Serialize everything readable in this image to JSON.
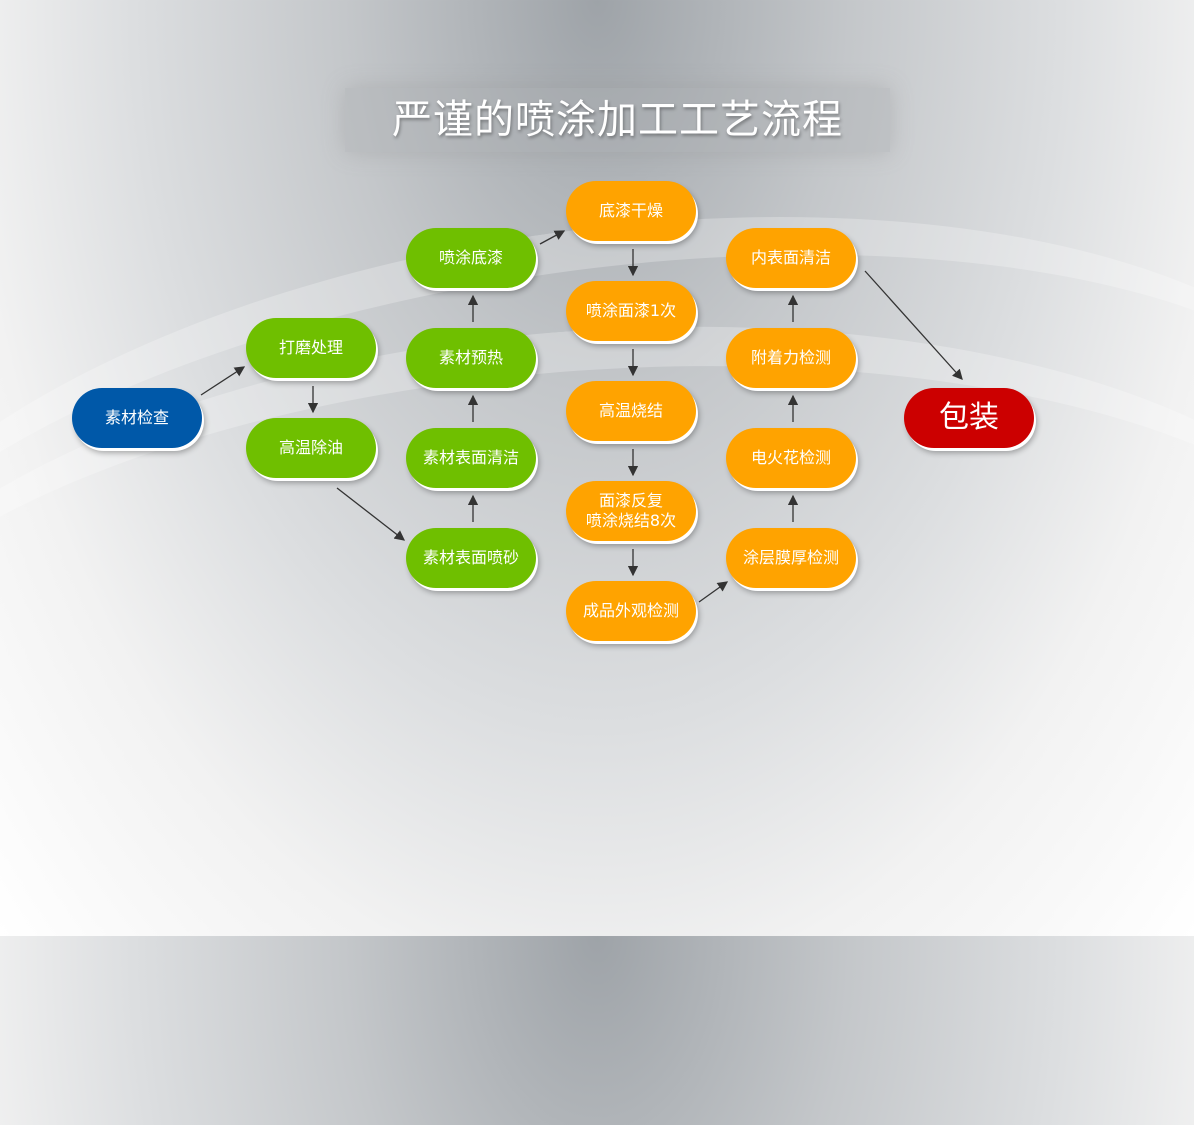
{
  "title": "严谨的喷涂加工工艺流程",
  "colors": {
    "green": "#6fbf00",
    "orange": "#ffa300",
    "blue": "#0058a8",
    "red": "#cc0000"
  },
  "nodes": [
    {
      "id": "n1",
      "label": "素材检查",
      "color": "blue"
    },
    {
      "id": "n2",
      "label": "打磨处理",
      "color": "green"
    },
    {
      "id": "n3",
      "label": "高温除油",
      "color": "green"
    },
    {
      "id": "n4",
      "label": "素材表面喷砂",
      "color": "green"
    },
    {
      "id": "n5",
      "label": "素材表面清洁",
      "color": "green"
    },
    {
      "id": "n6",
      "label": "素材预热",
      "color": "green"
    },
    {
      "id": "n7",
      "label": "喷涂底漆",
      "color": "green"
    },
    {
      "id": "n8",
      "label": "底漆干燥",
      "color": "orange"
    },
    {
      "id": "n9",
      "label": "喷涂面漆1次",
      "color": "orange"
    },
    {
      "id": "n10",
      "label": "高温烧结",
      "color": "orange"
    },
    {
      "id": "n11",
      "label": "面漆反复\n喷涂烧结8次",
      "color": "orange"
    },
    {
      "id": "n12",
      "label": "成品外观检测",
      "color": "orange"
    },
    {
      "id": "n13",
      "label": "涂层膜厚检测",
      "color": "orange"
    },
    {
      "id": "n14",
      "label": "电火花检测",
      "color": "orange"
    },
    {
      "id": "n15",
      "label": "附着力检测",
      "color": "orange"
    },
    {
      "id": "n16",
      "label": "内表面清洁",
      "color": "orange"
    },
    {
      "id": "n17",
      "label": "包装",
      "color": "red"
    }
  ],
  "edges": [
    [
      "n1",
      "n2"
    ],
    [
      "n2",
      "n3"
    ],
    [
      "n3",
      "n4"
    ],
    [
      "n4",
      "n5"
    ],
    [
      "n5",
      "n6"
    ],
    [
      "n6",
      "n7"
    ],
    [
      "n7",
      "n8"
    ],
    [
      "n8",
      "n9"
    ],
    [
      "n9",
      "n10"
    ],
    [
      "n10",
      "n11"
    ],
    [
      "n11",
      "n12"
    ],
    [
      "n12",
      "n13"
    ],
    [
      "n13",
      "n14"
    ],
    [
      "n14",
      "n15"
    ],
    [
      "n15",
      "n16"
    ],
    [
      "n16",
      "n17"
    ]
  ]
}
